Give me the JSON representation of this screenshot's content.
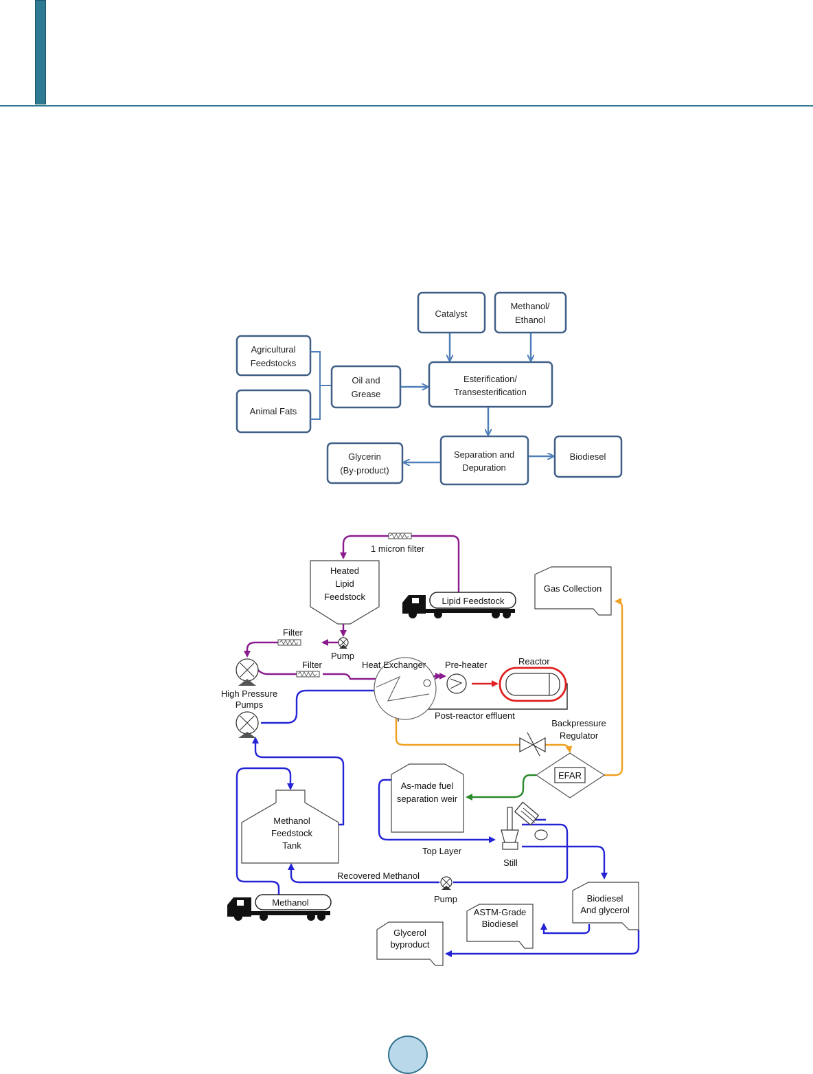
{
  "flowchart": {
    "agricultural": "Agricultural",
    "feedstocks": "Feedstocks",
    "animal_fats": "Animal Fats",
    "oil_and": "Oil and",
    "grease": "Grease",
    "catalyst": "Catalyst",
    "methanol_slash": "Methanol/",
    "ethanol": "Ethanol",
    "esterification": "Esterification/",
    "transesterification": "Transesterification",
    "separation_and": "Separation and",
    "depuration": "Depuration",
    "glycerin": "Glycerin",
    "by_product": "(By-product)",
    "biodiesel": "Biodiesel"
  },
  "process": {
    "micron_filter": "1 micron filter",
    "heated": "Heated",
    "lipid": "Lipid",
    "feedstock": "Feedstock",
    "lipid_feedstock_truck": "Lipid Feedstock",
    "gas_collection": "Gas Collection",
    "filter_upper": "Filter",
    "pump_upper": "Pump",
    "filter_lower": "Filter",
    "heat_exchanger": "Heat Exchanger",
    "pre_heater": "Pre-heater",
    "reactor": "Reactor",
    "high_pressure": "High Pressure",
    "pumps": "Pumps",
    "post_reactor": "Post-reactor effluent",
    "backpressure": "Backpressure",
    "regulator": "Regulator",
    "efar": "EFAR",
    "as_made_fuel": "As-made fuel",
    "separation_weir": "separation weir",
    "methanol_tank_1": "Methanol",
    "methanol_tank_2": "Feedstock",
    "methanol_tank_3": "Tank",
    "top_layer": "Top Layer",
    "still": "Still",
    "recovered_methanol": "Recovered Methanol",
    "pump_lower": "Pump",
    "methanol_truck": "Methanol",
    "biodiesel_and": "Biodiesel",
    "and_glycerol": "And glycerol",
    "astm_grade": "ASTM-Grade",
    "astm_biodiesel": "Biodiesel",
    "glycerol": "Glycerol",
    "byproduct": "byproduct"
  },
  "colors": {
    "header_accent": "#2f7a93",
    "page_circle": "#b9d9ea",
    "flow_arrow": "#4f7fb8",
    "lipid_line": "#8a1b8e",
    "methanol_line": "#2424d6",
    "effluent_line": "#f0a020",
    "fuel_line": "#2a8a2a",
    "reactor_line": "#e02020"
  }
}
